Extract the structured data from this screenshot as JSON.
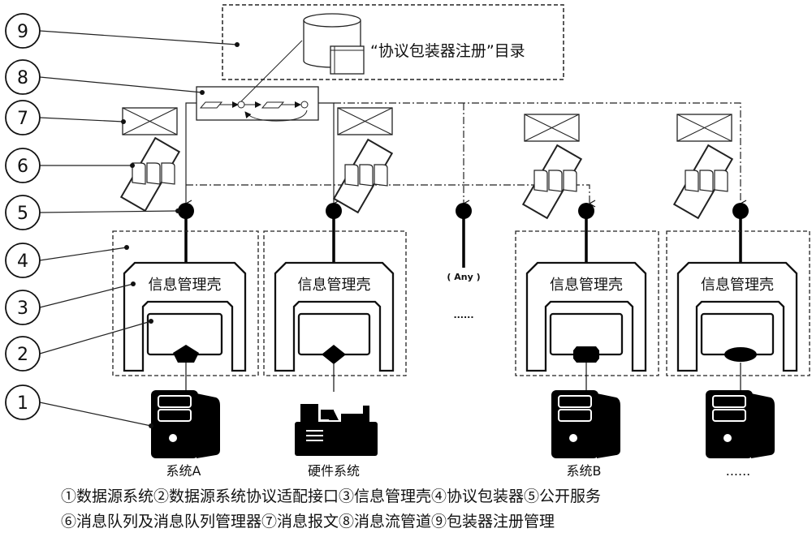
{
  "callouts": [
    {
      "num": "9"
    },
    {
      "num": "8"
    },
    {
      "num": "7"
    },
    {
      "num": "6"
    },
    {
      "num": "5"
    },
    {
      "num": "4"
    },
    {
      "num": "3"
    },
    {
      "num": "2"
    },
    {
      "num": "1"
    }
  ],
  "registry": {
    "label": "“协议包装器注册”目录"
  },
  "shell_label": "信息管理壳",
  "columns": [
    {
      "id": "a",
      "label": "系统A",
      "adapter": "pentagon",
      "device": "computer"
    },
    {
      "id": "hw",
      "label": "硬件系统",
      "adapter": "diamond",
      "device": "machine"
    },
    {
      "id": "any",
      "label": "( Any )",
      "ellipsis": "......"
    },
    {
      "id": "b",
      "label": "系统B",
      "adapter": "octagon",
      "device": "computer"
    },
    {
      "id": "more",
      "label": "......",
      "adapter": "ellipse",
      "device": "computer"
    }
  ],
  "legend": {
    "line1": "①数据源系统②数据源系统协议适配接口③信息管理壳④协议包装器⑤公开服务",
    "line2": "⑥消息队列及消息队列管理器⑦消息报文⑧消息流管道⑨包装器注册管理"
  }
}
